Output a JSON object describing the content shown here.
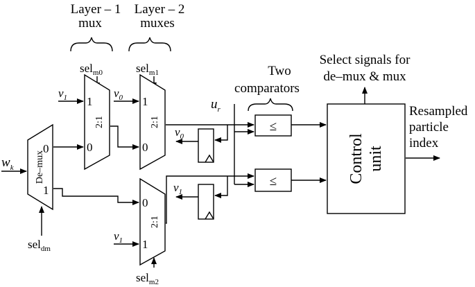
{
  "labels": {
    "layer1": [
      "Layer – 1",
      "mux"
    ],
    "layer2": [
      "Layer – 2",
      "muxes"
    ],
    "sel_m0": {
      "base": "sel",
      "sub": "m0"
    },
    "sel_m1": {
      "base": "sel",
      "sub": "m1"
    },
    "sel_m2": {
      "base": "sel",
      "sub": "m2"
    },
    "sel_dm": {
      "base": "sel",
      "sub": "dm"
    },
    "input_w": {
      "base": "w",
      "sub": "k"
    },
    "v1": {
      "base": "v",
      "sub": "1"
    },
    "v0": {
      "base": "v",
      "sub": "0"
    },
    "ur": {
      "base": "u",
      "sub": "r"
    },
    "two_comparators": [
      "Two",
      "comparators"
    ],
    "select_signals": [
      "Select signals for",
      "de–mux & mux"
    ],
    "resampled": [
      "Resampled",
      "particle",
      "index"
    ],
    "control_unit": [
      "Control",
      "unit"
    ],
    "demux": "De–mux",
    "mux_ratio": "2:1",
    "port0": "0",
    "port1": "1",
    "comparator_symbol": "≤"
  }
}
